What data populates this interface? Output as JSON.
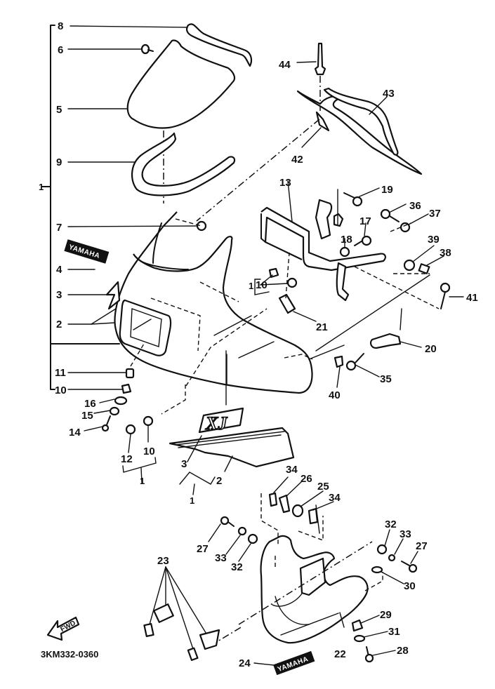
{
  "diagram": {
    "title_code": "3KM332-0360",
    "direction_marker": "FWD",
    "emblems": {
      "upper_yamaha": "YAMAHA",
      "lower_yamaha": "YAMAHA",
      "xj_badge": "XJ"
    },
    "part_callouts": [
      {
        "id": "8",
        "label": "8"
      },
      {
        "id": "6",
        "label": "6"
      },
      {
        "id": "5",
        "label": "5"
      },
      {
        "id": "9",
        "label": "9"
      },
      {
        "id": "1",
        "label": "1"
      },
      {
        "id": "7",
        "label": "7"
      },
      {
        "id": "4",
        "label": "4"
      },
      {
        "id": "3",
        "label": "3"
      },
      {
        "id": "2",
        "label": "2"
      },
      {
        "id": "11",
        "label": "11"
      },
      {
        "id": "10",
        "label": "10"
      },
      {
        "id": "16",
        "label": "16"
      },
      {
        "id": "15",
        "label": "15"
      },
      {
        "id": "14",
        "label": "14"
      },
      {
        "id": "12",
        "label": "12"
      },
      {
        "id": "10b",
        "label": "10"
      },
      {
        "id": "1b",
        "label": "1"
      },
      {
        "id": "3b",
        "label": "3"
      },
      {
        "id": "2b",
        "label": "2"
      },
      {
        "id": "1c",
        "label": "1"
      },
      {
        "id": "44",
        "label": "44"
      },
      {
        "id": "43",
        "label": "43"
      },
      {
        "id": "42",
        "label": "42"
      },
      {
        "id": "13",
        "label": "13"
      },
      {
        "id": "19",
        "label": "19"
      },
      {
        "id": "36",
        "label": "36"
      },
      {
        "id": "37",
        "label": "37"
      },
      {
        "id": "17",
        "label": "17"
      },
      {
        "id": "18",
        "label": "18"
      },
      {
        "id": "39",
        "label": "39"
      },
      {
        "id": "38",
        "label": "38"
      },
      {
        "id": "1d",
        "label": "1"
      },
      {
        "id": "10c",
        "label": "10"
      },
      {
        "id": "41",
        "label": "41"
      },
      {
        "id": "21",
        "label": "21"
      },
      {
        "id": "20",
        "label": "20"
      },
      {
        "id": "40",
        "label": "40"
      },
      {
        "id": "35",
        "label": "35"
      },
      {
        "id": "34",
        "label": "34"
      },
      {
        "id": "26",
        "label": "26"
      },
      {
        "id": "25",
        "label": "25"
      },
      {
        "id": "34b",
        "label": "34"
      },
      {
        "id": "27",
        "label": "27"
      },
      {
        "id": "33",
        "label": "33"
      },
      {
        "id": "32",
        "label": "32"
      },
      {
        "id": "32b",
        "label": "32"
      },
      {
        "id": "33b",
        "label": "33"
      },
      {
        "id": "27b",
        "label": "27"
      },
      {
        "id": "30",
        "label": "30"
      },
      {
        "id": "23",
        "label": "23"
      },
      {
        "id": "29",
        "label": "29"
      },
      {
        "id": "31",
        "label": "31"
      },
      {
        "id": "28",
        "label": "28"
      },
      {
        "id": "22",
        "label": "22"
      },
      {
        "id": "24",
        "label": "24"
      }
    ]
  }
}
